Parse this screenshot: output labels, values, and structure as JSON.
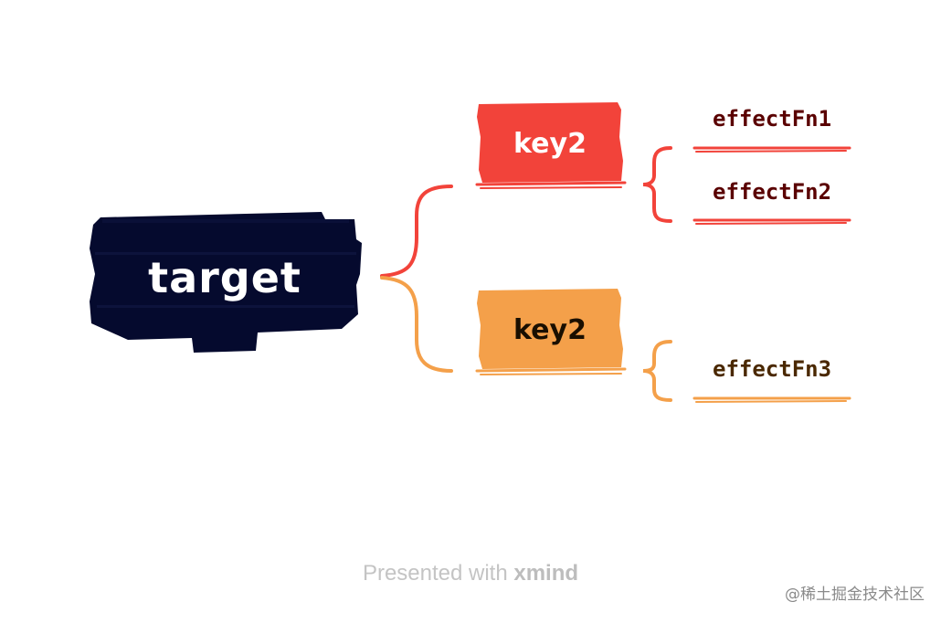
{
  "diagram": {
    "root": {
      "label": "target",
      "color": "#050a2e"
    },
    "branches": [
      {
        "label": "key2",
        "color": "#f2433a",
        "leaves": [
          "effectFn1",
          "effectFn2"
        ]
      },
      {
        "label": "key2",
        "color": "#f4a04a",
        "leaves": [
          "effectFn3"
        ]
      }
    ]
  },
  "footer": {
    "prefix": "Presented with ",
    "brand": "xmind"
  },
  "watermark": "@稀土掘金技术社区"
}
